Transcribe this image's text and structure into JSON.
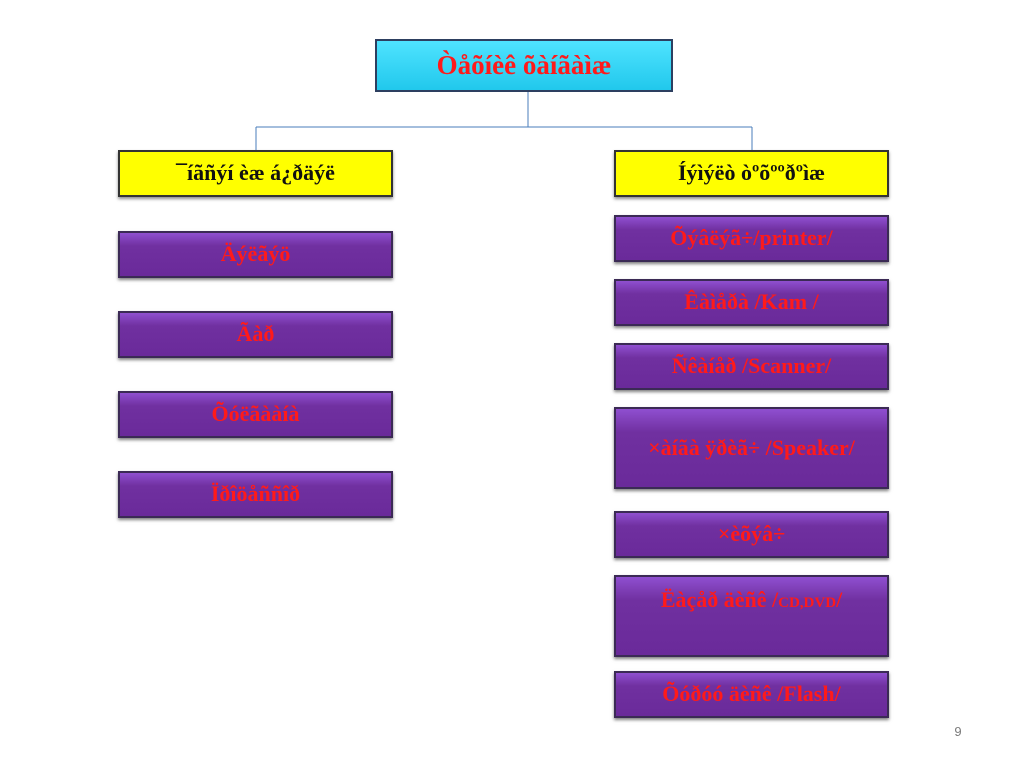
{
  "diagram": {
    "root": "Òåõíèê õàíãàìæ",
    "left": {
      "header": "¯íãñýí èæ á¿ðäýë",
      "items": [
        "Äýëãýö",
        "Ãàð",
        "Õóëãààíà",
        "Ïðîöåññîð"
      ]
    },
    "right": {
      "header": "Íýìýëò òºõººðºìæ",
      "items": [
        "Õýâëýã÷/printer/",
        "Êàìåðà /Kam /",
        "Ñêàíåð /Scanner/",
        "×àíãà ÿðèã÷ /Speaker/",
        "×èõýâ÷",
        "Ëàçåð äèñê /",
        "Õóðóó äèñê /Flash/"
      ],
      "cd_suffix": "CD,DVD",
      "cd_tail": "/"
    }
  },
  "slide": {
    "page_number": "9"
  },
  "colors": {
    "root_fill": "#21c8ec",
    "header_fill": "#ffff00",
    "item_fill": "#7030a0",
    "text_red": "#ff1a1a",
    "connector": "#4a7ebb"
  }
}
